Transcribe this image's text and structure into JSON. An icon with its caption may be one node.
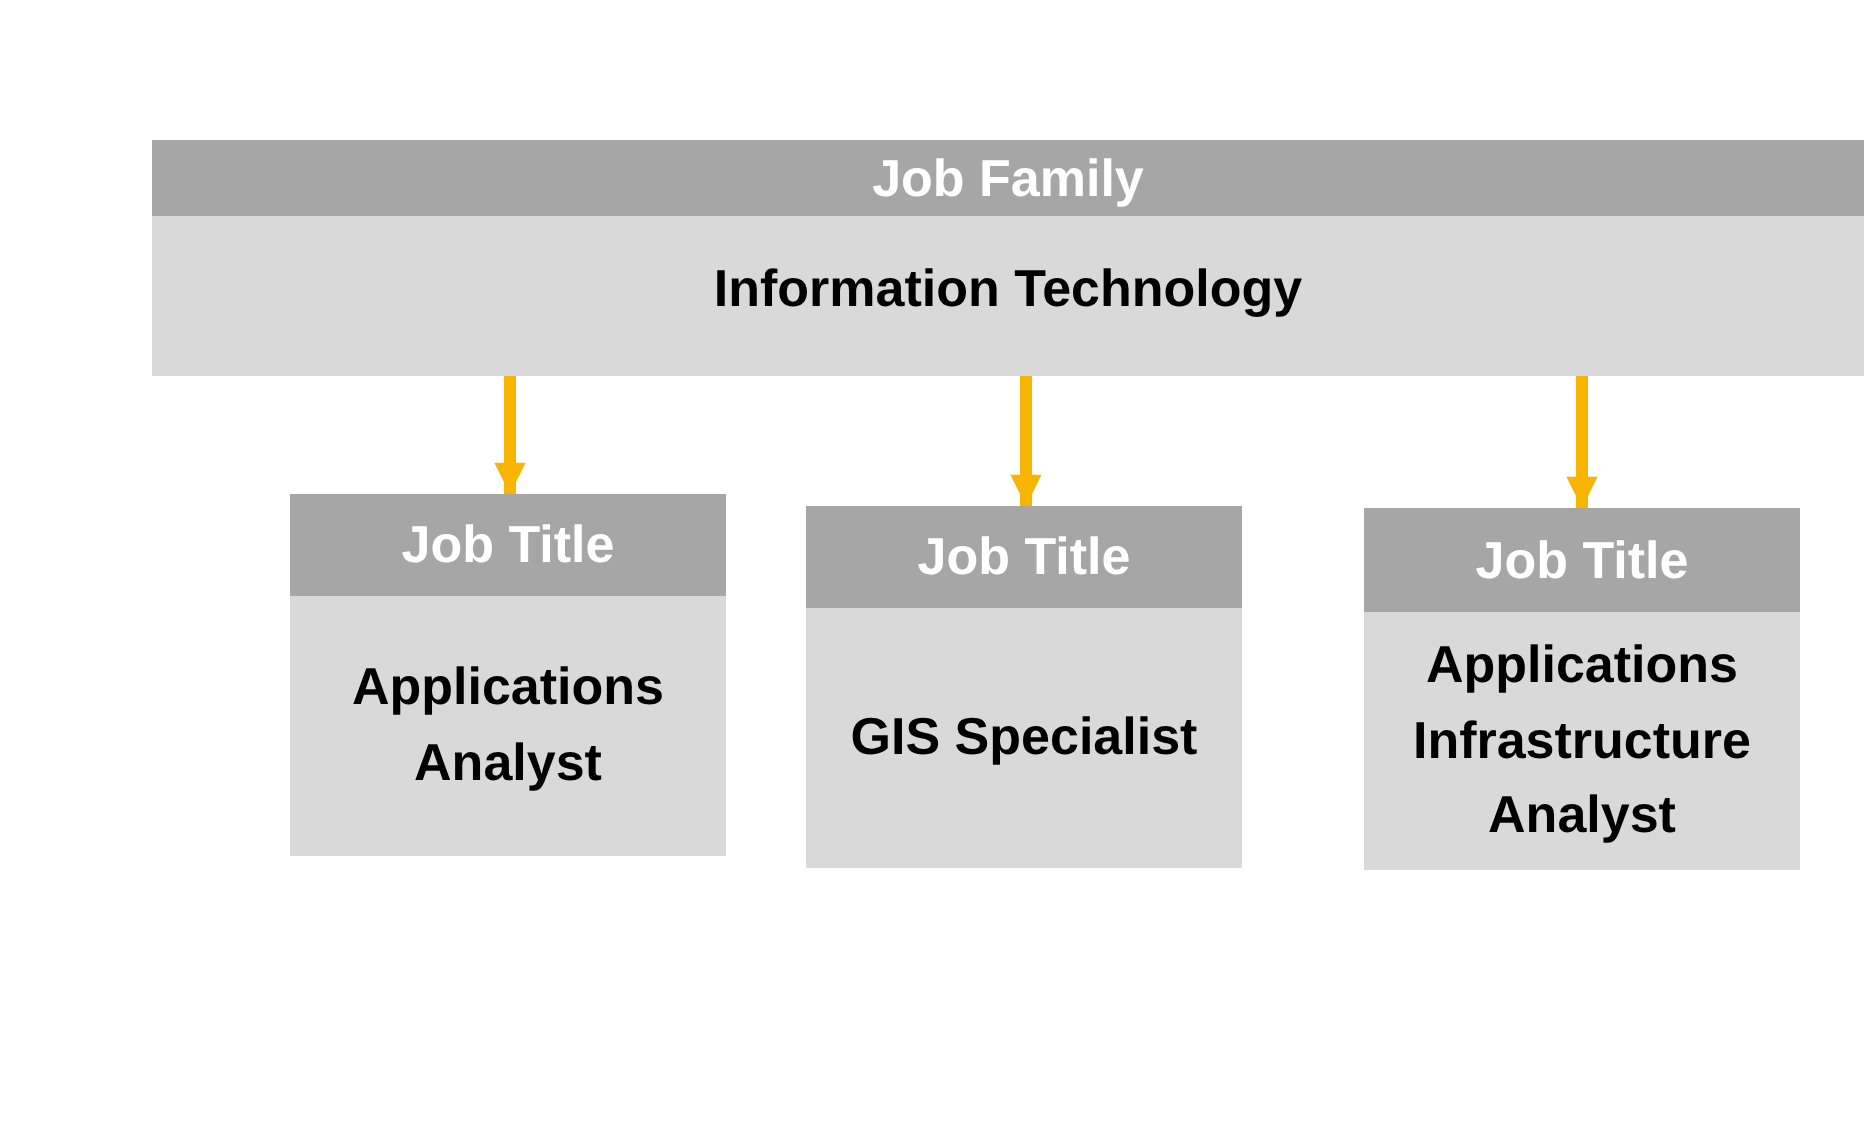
{
  "diagram": {
    "nodes": [
      {
        "text": [
          "Job Family",
          "Information Technology"
        ]
      },
      {
        "text": [
          "Job Title",
          "Applications Analyst"
        ]
      },
      {
        "text": [
          "Job Title",
          "GIS Specialist"
        ]
      },
      {
        "text": [
          "Job Title",
          "Applications Infrastructure Analyst"
        ]
      }
    ],
    "edges": [
      {
        "from": 0,
        "to": 1,
        "arrow": "to"
      },
      {
        "from": 0,
        "to": 2,
        "arrow": "to"
      },
      {
        "from": 0,
        "to": 3,
        "arrow": "to"
      }
    ]
  }
}
